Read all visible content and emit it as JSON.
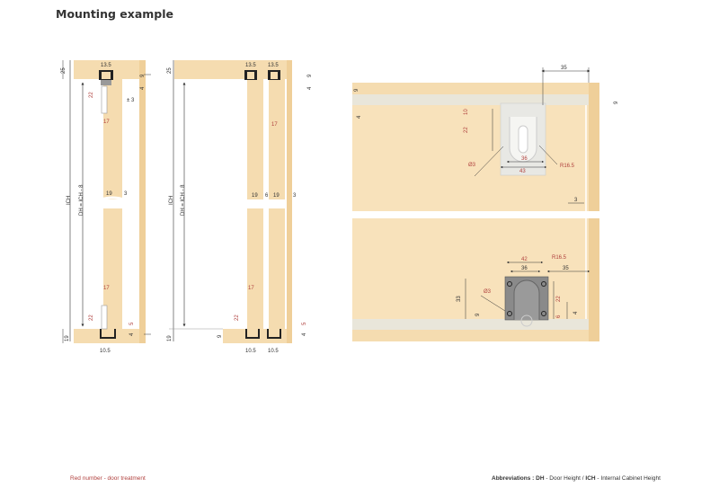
{
  "page": {
    "title": "Mounting example"
  },
  "colors": {
    "wood": "#f5dcb0",
    "wood_dark": "#efcf99",
    "rail": "#e9e6da",
    "dim_black": "#333333",
    "dim_red": "#b0413e",
    "hardware_grey": "#8a8a8a"
  },
  "diagram_single": {
    "top_thickness": "25",
    "rail_width": "13.5",
    "top_gap_9": "9",
    "top_gap_4": "4",
    "hardware_22_top": "22",
    "adjust": "± 3",
    "hw_17_top": "17",
    "ich": "ICH",
    "dh": "DH = ICH - 8",
    "door_thickness": "19",
    "side_gap": "3",
    "hw_17_bottom": "17",
    "hardware_22_bottom": "22",
    "bottom_5": "5",
    "bottom_4": "4",
    "bottom_thickness": "19",
    "bottom_rail_width": "10.5"
  },
  "diagram_double": {
    "top_thickness": "25",
    "rail_width_1": "13.5",
    "rail_width_2": "13.5",
    "top_gap_9": "9",
    "top_gap_4": "4",
    "hw_17_top": "17",
    "ich": "ICH",
    "dh": "DH = ICH - 8",
    "door1_thickness": "19",
    "door_gap": "6",
    "door2_thickness": "19",
    "side_gap": "3",
    "hw_17_bottom": "17",
    "hardware_22_bottom": "22",
    "bottom_5": "5",
    "bottom_4": "4",
    "bottom_thickness": "19",
    "bottom_9": "9",
    "bottom_rail_width_1": "10.5",
    "bottom_rail_width_2": "10.5"
  },
  "diagram_front": {
    "top_35": "35",
    "top_9_left": "9",
    "top_9_right": "9",
    "top_4": "4",
    "dim_10": "10",
    "dim_22_top": "22",
    "dim_36_top": "36",
    "dim_43": "43",
    "dia3_top": "Ø3",
    "r165_top": "R16.5",
    "side_3": "3",
    "dim_42": "42",
    "r165_bottom": "R16.5",
    "dim_36_bottom": "36",
    "dim_35_bottom": "35",
    "dim_33": "33",
    "dia3_bottom": "Ø3",
    "dim_22_bottom": "22",
    "dim_9_bottom": "9",
    "dim_6": "6",
    "dim_4_bottom": "4"
  },
  "footer": {
    "legend": "Red number - door treatment",
    "abbr_label": "Abbreviations : ",
    "dh_abbr": "DH",
    "dh_text": " - Door Height / ",
    "ich_abbr": "ICH",
    "ich_text": " - Internal Cabinet Height"
  }
}
